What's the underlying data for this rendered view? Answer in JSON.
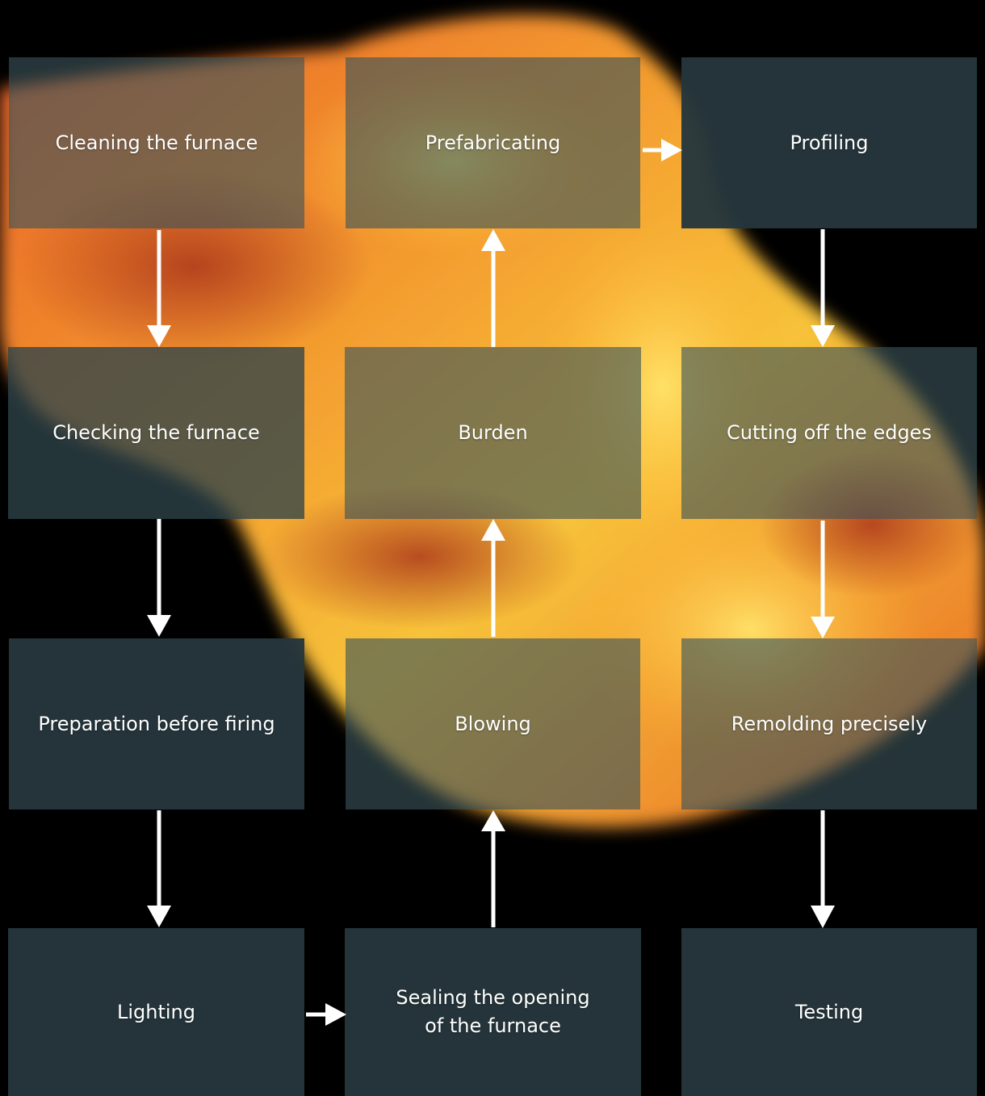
{
  "background": "molten-metal-photo",
  "colors": {
    "box": "#25363c",
    "arrow": "#ffffff",
    "text": "#ffffff"
  },
  "steps": {
    "cleaning": "Cleaning the furnace",
    "checking": "Checking the furnace",
    "preparation": "Preparation before firing",
    "lighting": "Lighting",
    "sealing": "Sealing the opening\nof the furnace",
    "blowing": "Blowing",
    "burden": "Burden",
    "prefabricating": "Prefabricating",
    "profiling": "Profiling",
    "cutting": "Cutting off the edges",
    "remolding": "Remolding precisely",
    "testing": "Testing"
  }
}
